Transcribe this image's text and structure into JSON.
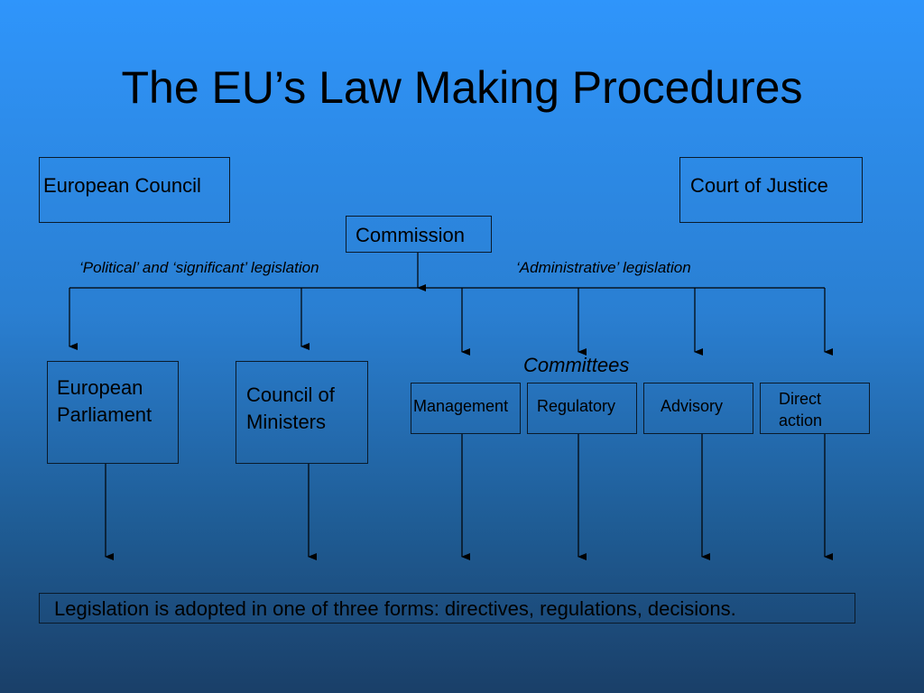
{
  "title": "The EU’s Law Making Procedures",
  "nodes": {
    "european_council": "European Council",
    "court_of_justice": "Court of Justice",
    "commission": "Commission",
    "european_parliament": "European Parliament",
    "council_of_ministers": "Council of Ministers",
    "committees_heading": "Committees",
    "management": "Management",
    "regulatory": "Regulatory",
    "advisory": "Advisory",
    "direct_action": "Direct action"
  },
  "labels": {
    "political": "‘Political’ and ‘significant’ legislation",
    "administrative": "‘Administrative’ legislation"
  },
  "footer": "Legislation is adopted in one of three forms: directives, regulations, decisions."
}
